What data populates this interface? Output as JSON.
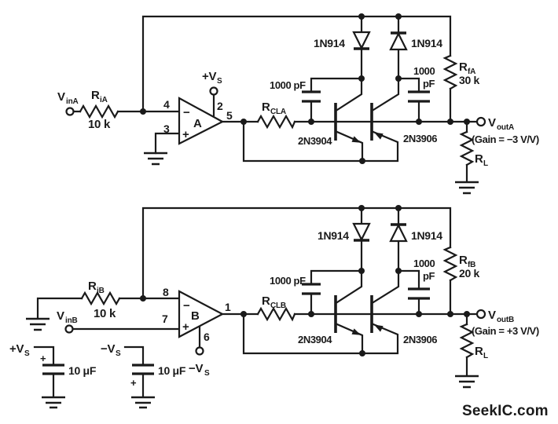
{
  "watermark": {
    "text": "SeekIC.com",
    "color": "#7d7d7d"
  },
  "circuit_a": {
    "vin": {
      "main": "V",
      "sub": "inA"
    },
    "ri": {
      "main": "R",
      "sub": "iA",
      "value": "10 k"
    },
    "pins": {
      "inverting": "4",
      "noninverting": "3",
      "supply": "2",
      "output": "5"
    },
    "opamp": {
      "designator": "A",
      "minus": "−",
      "plus": "+"
    },
    "supply": {
      "main": "+V",
      "sub": "S"
    },
    "rcl": {
      "main": "R",
      "sub": "CLA"
    },
    "cap_left": "1000 pF",
    "cap_right": {
      "line1": "1000",
      "line2": "pF"
    },
    "diode_left": "1N914",
    "diode_right": "1N914",
    "npn": "2N3904",
    "pnp": "2N3906",
    "rf": {
      "main": "R",
      "sub": "fA",
      "value": "30 k"
    },
    "vout": {
      "main": "V",
      "sub": "outA"
    },
    "gain": "(Gain = −3 V/V)",
    "rl": {
      "main": "R",
      "sub": "L"
    }
  },
  "circuit_b": {
    "vin": {
      "main": "V",
      "sub": "inB"
    },
    "ri": {
      "main": "R",
      "sub": "iB",
      "value": "10 k"
    },
    "pins": {
      "inverting": "8",
      "noninverting": "7",
      "supply": "6",
      "output": "1"
    },
    "opamp": {
      "designator": "B",
      "minus": "−",
      "plus": "+"
    },
    "supply": {
      "main": "−V",
      "sub": "S"
    },
    "rcl": {
      "main": "R",
      "sub": "CLB"
    },
    "cap_left": "1000 pF",
    "cap_right": {
      "line1": "1000",
      "line2": "pF"
    },
    "diode_left": "1N914",
    "diode_right": "1N914",
    "npn": "2N3904",
    "pnp": "2N3906",
    "rf": {
      "main": "R",
      "sub": "fB",
      "value": "20 k"
    },
    "vout": {
      "main": "V",
      "sub": "outB"
    },
    "gain": "(Gain = +3 V/V)",
    "rl": {
      "main": "R",
      "sub": "L"
    }
  },
  "power": {
    "pos_cap": {
      "label": {
        "main": "+V",
        "sub": "S"
      },
      "polarity": "+",
      "value": "10 μF"
    },
    "neg_cap": {
      "label": {
        "main": "−V",
        "sub": "S"
      },
      "polarity": "+",
      "value": "10 μF"
    }
  }
}
